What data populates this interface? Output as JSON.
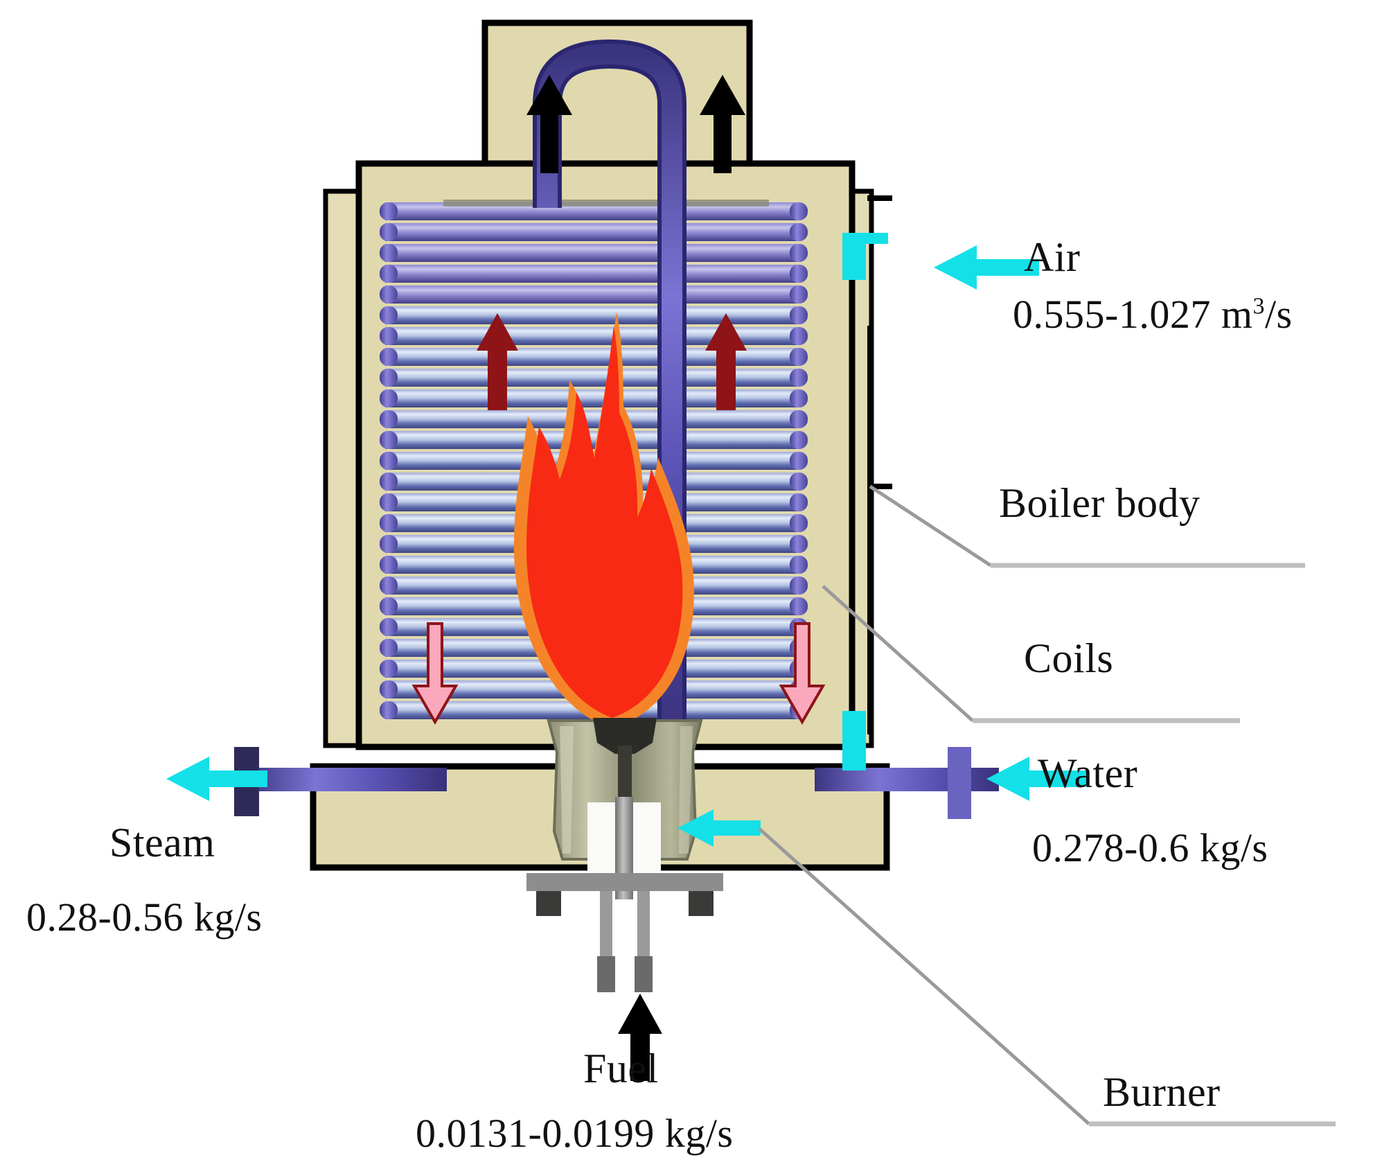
{
  "diagram": {
    "title": "Coil-type steam boiler flow schematic",
    "labels": {
      "air": {
        "name": "Air",
        "value_pre": "0.555-1.027 m",
        "value_sup": "3",
        "value_post": "/s",
        "value_full": "0.555-1.027 m3/s"
      },
      "boiler_body": {
        "name": "Boiler body"
      },
      "coils": {
        "name": "Coils"
      },
      "water": {
        "name": "Water",
        "value": "0.278-0.6 kg/s"
      },
      "steam": {
        "name": "Steam",
        "value": "0.28-0.56 kg/s"
      },
      "fuel": {
        "name": "Fuel",
        "value": "0.0131-0.0199 kg/s"
      },
      "burner": {
        "name": "Burner"
      }
    },
    "icons": {
      "air_inlet_arrow": "arrow-left-cyan-icon",
      "air_duct_arrow": "arrow-down-cyan-icon",
      "water_inlet_arrow": "arrow-left-cyan-icon",
      "steam_outlet_arrow": "arrow-left-cyan-icon",
      "burner_pointer_arrow": "arrow-left-cyan-icon",
      "fuel_arrow": "arrow-up-black-icon",
      "flue_gas_arrow": "arrow-up-black-icon",
      "hot_gas_arrow": "arrow-up-darkred-icon",
      "water_down_arrow": "arrow-down-pink-icon",
      "flame": "flame-icon",
      "burner_unit": "burner-icon",
      "coil_stack": "coil-icon",
      "steam_header_pipe": "pipe-icon"
    },
    "colors": {
      "body_fill": "#E0D9AE",
      "body_fill_light": "#E8E0B9",
      "outline": "#000000",
      "cyan_arrow": "#14E0E8",
      "pink_arrow": "#FBA8BD",
      "dark_red_arrow": "#8E1418",
      "flame_red": "#F82A14",
      "flame_orange": "#F49A28",
      "pipe_purple": "#6A63C0",
      "pipe_purple_dark": "#3C3580",
      "coil_light": "#C9D9EE",
      "coil_blue": "#7B86C8",
      "burner_body": "#A8A88C",
      "leader_line": "#9A9A9A",
      "text": "#111111"
    }
  }
}
